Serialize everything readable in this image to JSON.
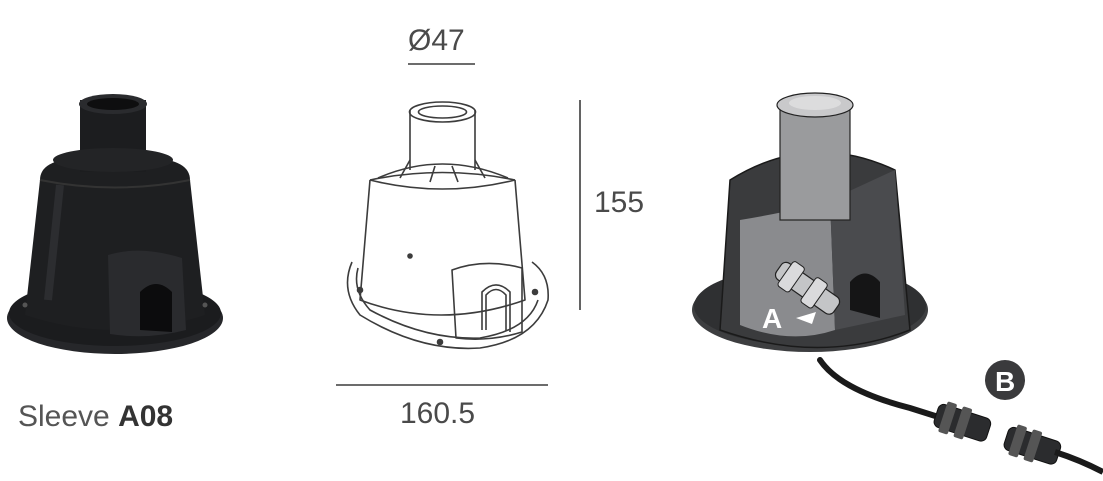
{
  "product": {
    "caption_prefix": "Sleeve",
    "caption_code": "A08"
  },
  "dimensions": {
    "diameter_label": "Ø47",
    "height_label": "155",
    "width_label": "160.5"
  },
  "callouts": {
    "a": "A",
    "b": "B"
  },
  "colors": {
    "sleeve_black": "#1e1f21",
    "line_drawing": "#3c3c3c",
    "cutaway_dark": "#3a3b3d",
    "cutaway_light": "#9a9b9d",
    "text_grey": "#4a4a4a"
  }
}
